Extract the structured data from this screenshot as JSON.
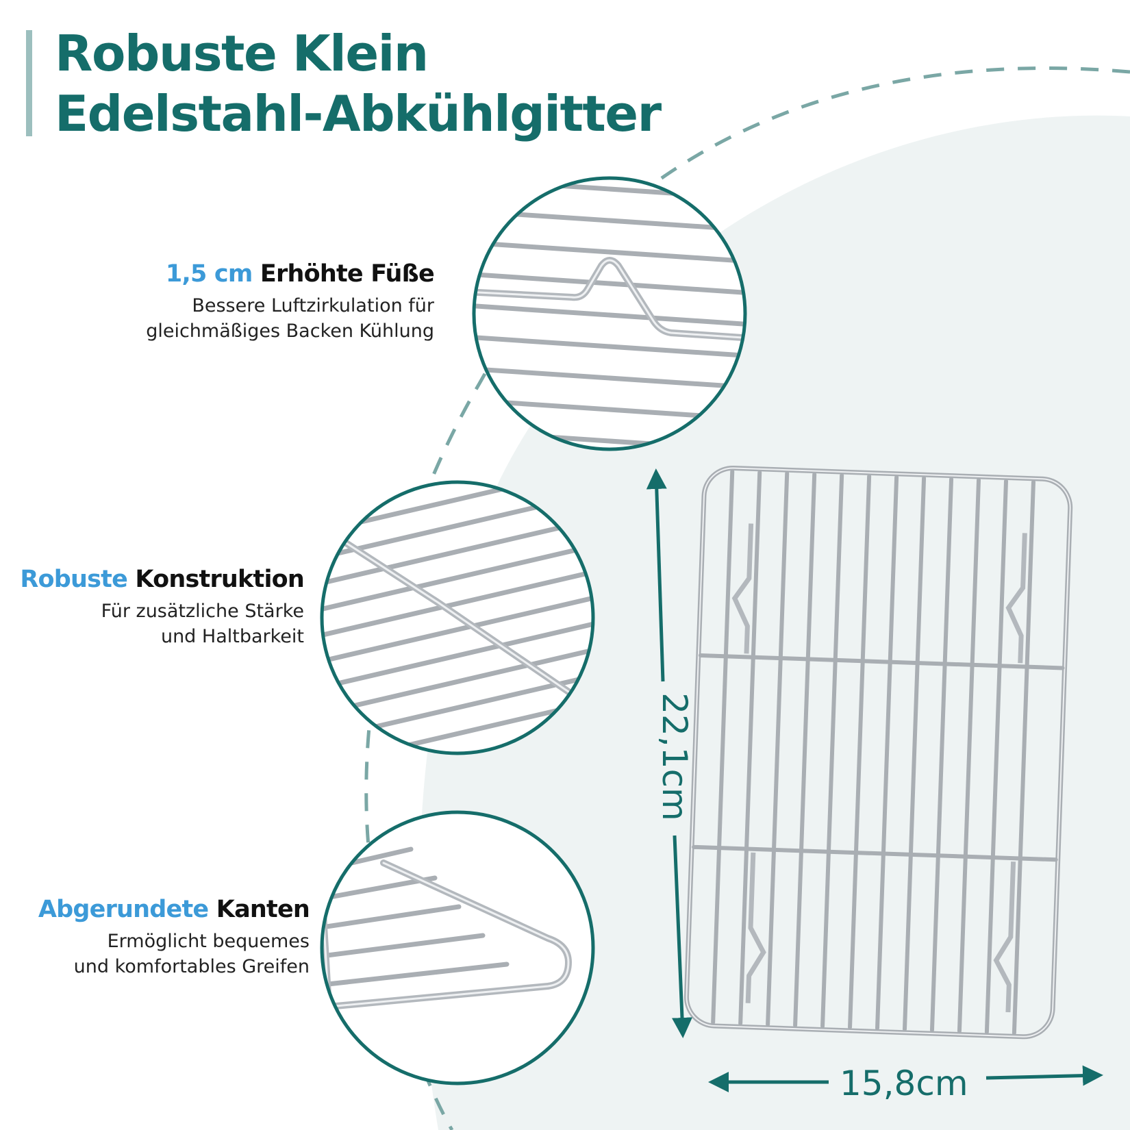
{
  "colors": {
    "teal": "#156d6a",
    "teal_light": "#9cbfbe",
    "accent_blue": "#3c9ad8",
    "bg_blob": "#eef3f3",
    "steel": "#a9aeb3"
  },
  "title": {
    "line1": "Robuste Klein",
    "line2": "Edelstahl-Abkühlgitter"
  },
  "features": [
    {
      "accent": "1,5 cm",
      "label": "Erhöhte Füße",
      "desc_line1": "Bessere Luftzirkulation für",
      "desc_line2": "gleichmäßiges Backen Kühlung",
      "icon": "raised-feet-closeup"
    },
    {
      "accent": "Robuste",
      "label": "Konstruktion",
      "desc_line1": "Für zusätzliche Stärke",
      "desc_line2": "und Haltbarkeit",
      "icon": "construction-closeup"
    },
    {
      "accent": "Abgerundete",
      "label": "Kanten",
      "desc_line1": "Ermöglicht bequemes",
      "desc_line2": "und komfortables Greifen",
      "icon": "rounded-edge-closeup"
    }
  ],
  "dimensions": {
    "height": "22,1cm",
    "width": "15,8cm"
  }
}
